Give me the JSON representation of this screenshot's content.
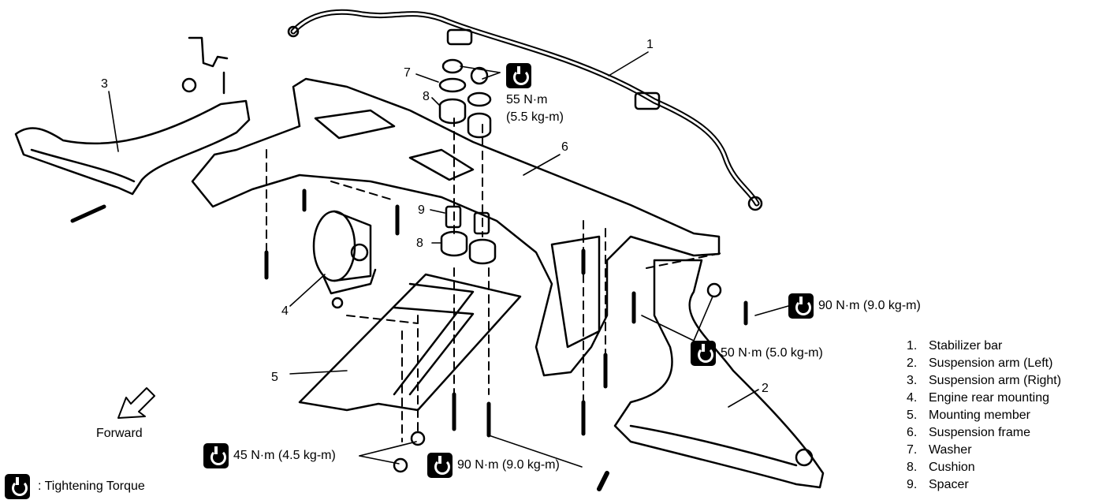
{
  "callouts": {
    "c1": "1",
    "c2": "2",
    "c3": "3",
    "c4": "4",
    "c5": "5",
    "c6": "6",
    "c7": "7",
    "c8a": "8",
    "c8b": "8",
    "c9": "9"
  },
  "torques": {
    "t55_a": "55 N·m",
    "t55_b": "(5.5 kg-m)",
    "t90_right": "90 N·m (9.0 kg-m)",
    "t50": "50 N·m (5.0 kg-m)",
    "t45": "45 N·m (4.5 kg-m)",
    "t90_bottom": "90 N·m (9.0 kg-m)"
  },
  "forward_label": "Forward",
  "key": {
    "text": ": Tightening Torque"
  },
  "legend": [
    {
      "num": "1.",
      "text": "Stabilizer bar"
    },
    {
      "num": "2.",
      "text": "Suspension arm (Left)"
    },
    {
      "num": "3.",
      "text": "Suspension arm (Right)"
    },
    {
      "num": "4.",
      "text": "Engine rear mounting"
    },
    {
      "num": "5.",
      "text": "Mounting member"
    },
    {
      "num": "6.",
      "text": "Suspension frame"
    },
    {
      "num": "7.",
      "text": "Washer"
    },
    {
      "num": "8.",
      "text": "Cushion"
    },
    {
      "num": "9.",
      "text": "Spacer"
    }
  ]
}
